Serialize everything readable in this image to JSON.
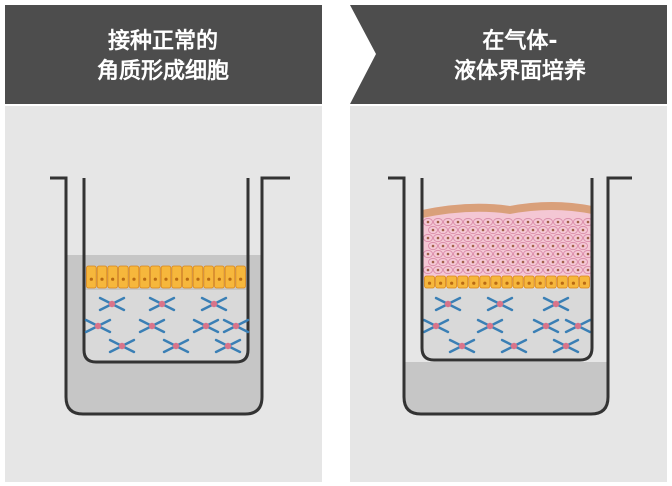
{
  "panels": [
    {
      "id": "left",
      "title_lines": [
        "接种正常的",
        "角质形成细胞"
      ]
    },
    {
      "id": "right",
      "title_lines": [
        "在气体-",
        "液体界面培养"
      ]
    }
  ],
  "colors": {
    "header": "#4d4d4d",
    "header_text": "#ffffff",
    "panel_bg": "#e6e6e6",
    "medium": "#c6c6c6",
    "insert_wall": "#333333",
    "matrix": "#d9d9d9",
    "keratinocyte_fill": "#f6b73c",
    "keratinocyte_edge": "#d9861c",
    "fibroblast_blue": "#3a7fb5",
    "fibroblast_pink": "#d9748a",
    "stratified_fill": "#f4c7d4",
    "stratified_edge": "#d98aa8",
    "cornified": "#d9a07a"
  }
}
